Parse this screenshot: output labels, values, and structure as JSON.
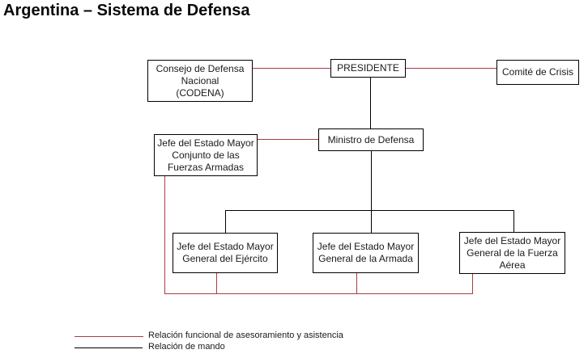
{
  "title": "Argentina – Sistema de Defensa",
  "nodes": {
    "codena": {
      "label": "Consejo de Defensa\nNacional\n(CODENA)"
    },
    "presidente": {
      "label": "PRESIDENTE"
    },
    "comite_crisis": {
      "label": "Comité de Crisis"
    },
    "jefe_conjunto": {
      "label": "Jefe del Estado Mayor\nConjunto de las\nFuerzas Armadas"
    },
    "ministro": {
      "label": "Ministro de Defensa"
    },
    "jefe_ejercito": {
      "label": "Jefe del Estado Mayor\nGeneral del Ejército"
    },
    "jefe_armada": {
      "label": "Jefe del Estado Mayor\nGeneral de la Armada"
    },
    "jefe_fuerza_aerea": {
      "label": "Jefe del Estado Mayor\nGeneral de la Fuerza\nAérea"
    }
  },
  "legend": {
    "functional": "Relación funcional de asesoramiento y asistencia",
    "mando": "Relación de mando"
  },
  "colors": {
    "relacion-funcional": "#aa3c46",
    "relacion-mando": "#000000"
  }
}
